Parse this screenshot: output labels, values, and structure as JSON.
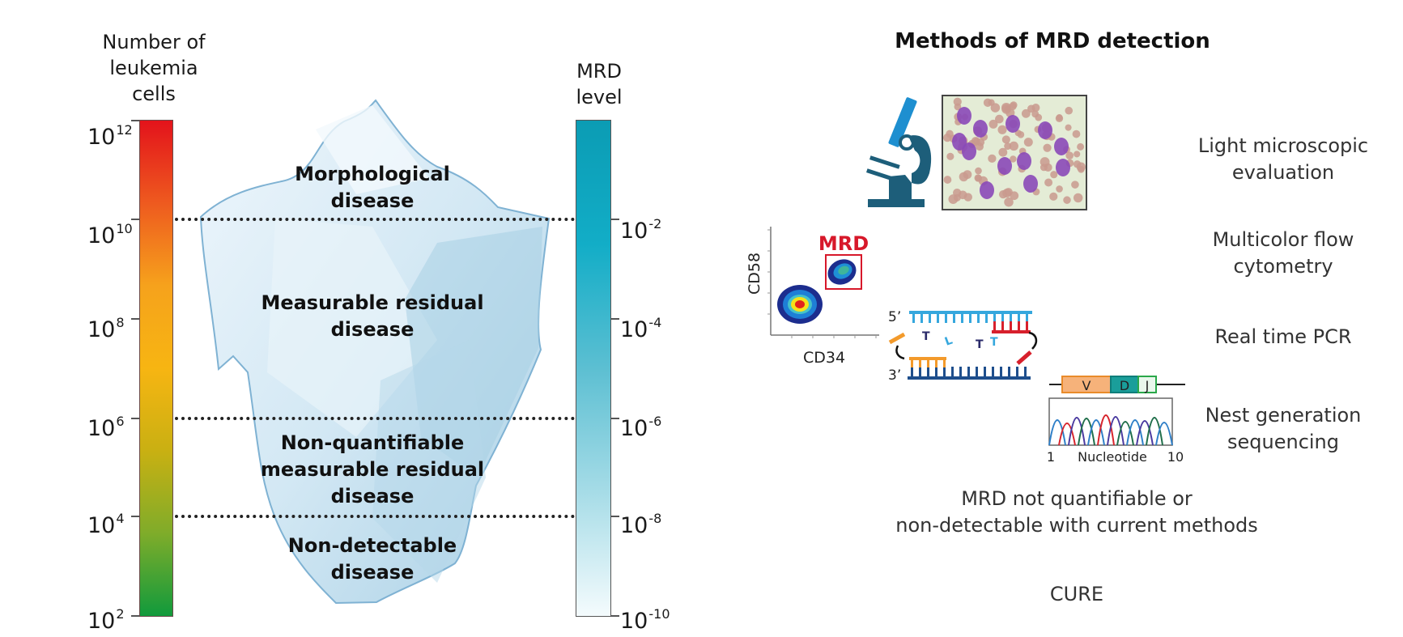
{
  "left_panel": {
    "left_axis": {
      "title_lines": [
        "Number of",
        "leukemia",
        "cells"
      ],
      "ticks": [
        {
          "base": "10",
          "exp": "12"
        },
        {
          "base": "10",
          "exp": "10"
        },
        {
          "base": "10",
          "exp": "8"
        },
        {
          "base": "10",
          "exp": "6"
        },
        {
          "base": "10",
          "exp": "4"
        },
        {
          "base": "10",
          "exp": "2"
        }
      ],
      "gradient_colors": [
        "#e3131b",
        "#ee5a1f",
        "#f6a21c",
        "#f7b512",
        "#c9b012",
        "#7fac2a",
        "#119a3c"
      ]
    },
    "right_axis": {
      "title_lines": [
        "MRD",
        "level"
      ],
      "ticks": [
        {
          "base": "10",
          "exp": "-2"
        },
        {
          "base": "10",
          "exp": "-4"
        },
        {
          "base": "10",
          "exp": "-6"
        },
        {
          "base": "10",
          "exp": "-8"
        },
        {
          "base": "10",
          "exp": "-10"
        }
      ],
      "gradient_colors": [
        "#0b9cb4",
        "#12adc7",
        "#5cbfd2",
        "#a6dce7",
        "#f4fbfd"
      ]
    },
    "regions": [
      {
        "lines": [
          "Morphological",
          "disease"
        ]
      },
      {
        "lines": [
          "Measurable residual",
          "disease"
        ]
      },
      {
        "lines": [
          "Non-quantifiable",
          "measurable residual",
          "disease"
        ]
      },
      {
        "lines": [
          "Non-detectable",
          "disease"
        ]
      }
    ],
    "iceberg_colors": {
      "light": "#e6f2fa",
      "mid": "#c9e3f1",
      "dark": "#a9d2e6",
      "edge": "#7fb2d3"
    }
  },
  "right_panel": {
    "title": "Methods of MRD detection",
    "methods": [
      {
        "lines": [
          "Light microscopic",
          "evaluation"
        ],
        "icon": "microscope-icon"
      },
      {
        "lines": [
          "Multicolor flow",
          "cytometry"
        ],
        "icon": "flow-cytometry-plot"
      },
      {
        "lines": [
          "Real time PCR"
        ],
        "icon": "pcr-dna-strands"
      },
      {
        "lines": [
          "Nest generation",
          "sequencing"
        ],
        "icon": "sequencing-chromatogram"
      }
    ],
    "flow_plot": {
      "mrd_label": "MRD",
      "x_label": "CD34",
      "y_label": "CD58",
      "mrd_color": "#d7182a"
    },
    "pcr": {
      "five_prime": "5’",
      "three_prime": "3’"
    },
    "sequencing": {
      "segments": [
        "V",
        "D",
        "J"
      ],
      "segment_colors": [
        "#f6b27a",
        "#1a9e9a",
        "#e9f7ec"
      ],
      "axis_start": "1",
      "axis_label": "Nucleotide",
      "axis_end": "10"
    },
    "not_quantifiable_lines": [
      "MRD not quantifiable or",
      "non-detectable with current methods"
    ],
    "cure": "CURE"
  }
}
